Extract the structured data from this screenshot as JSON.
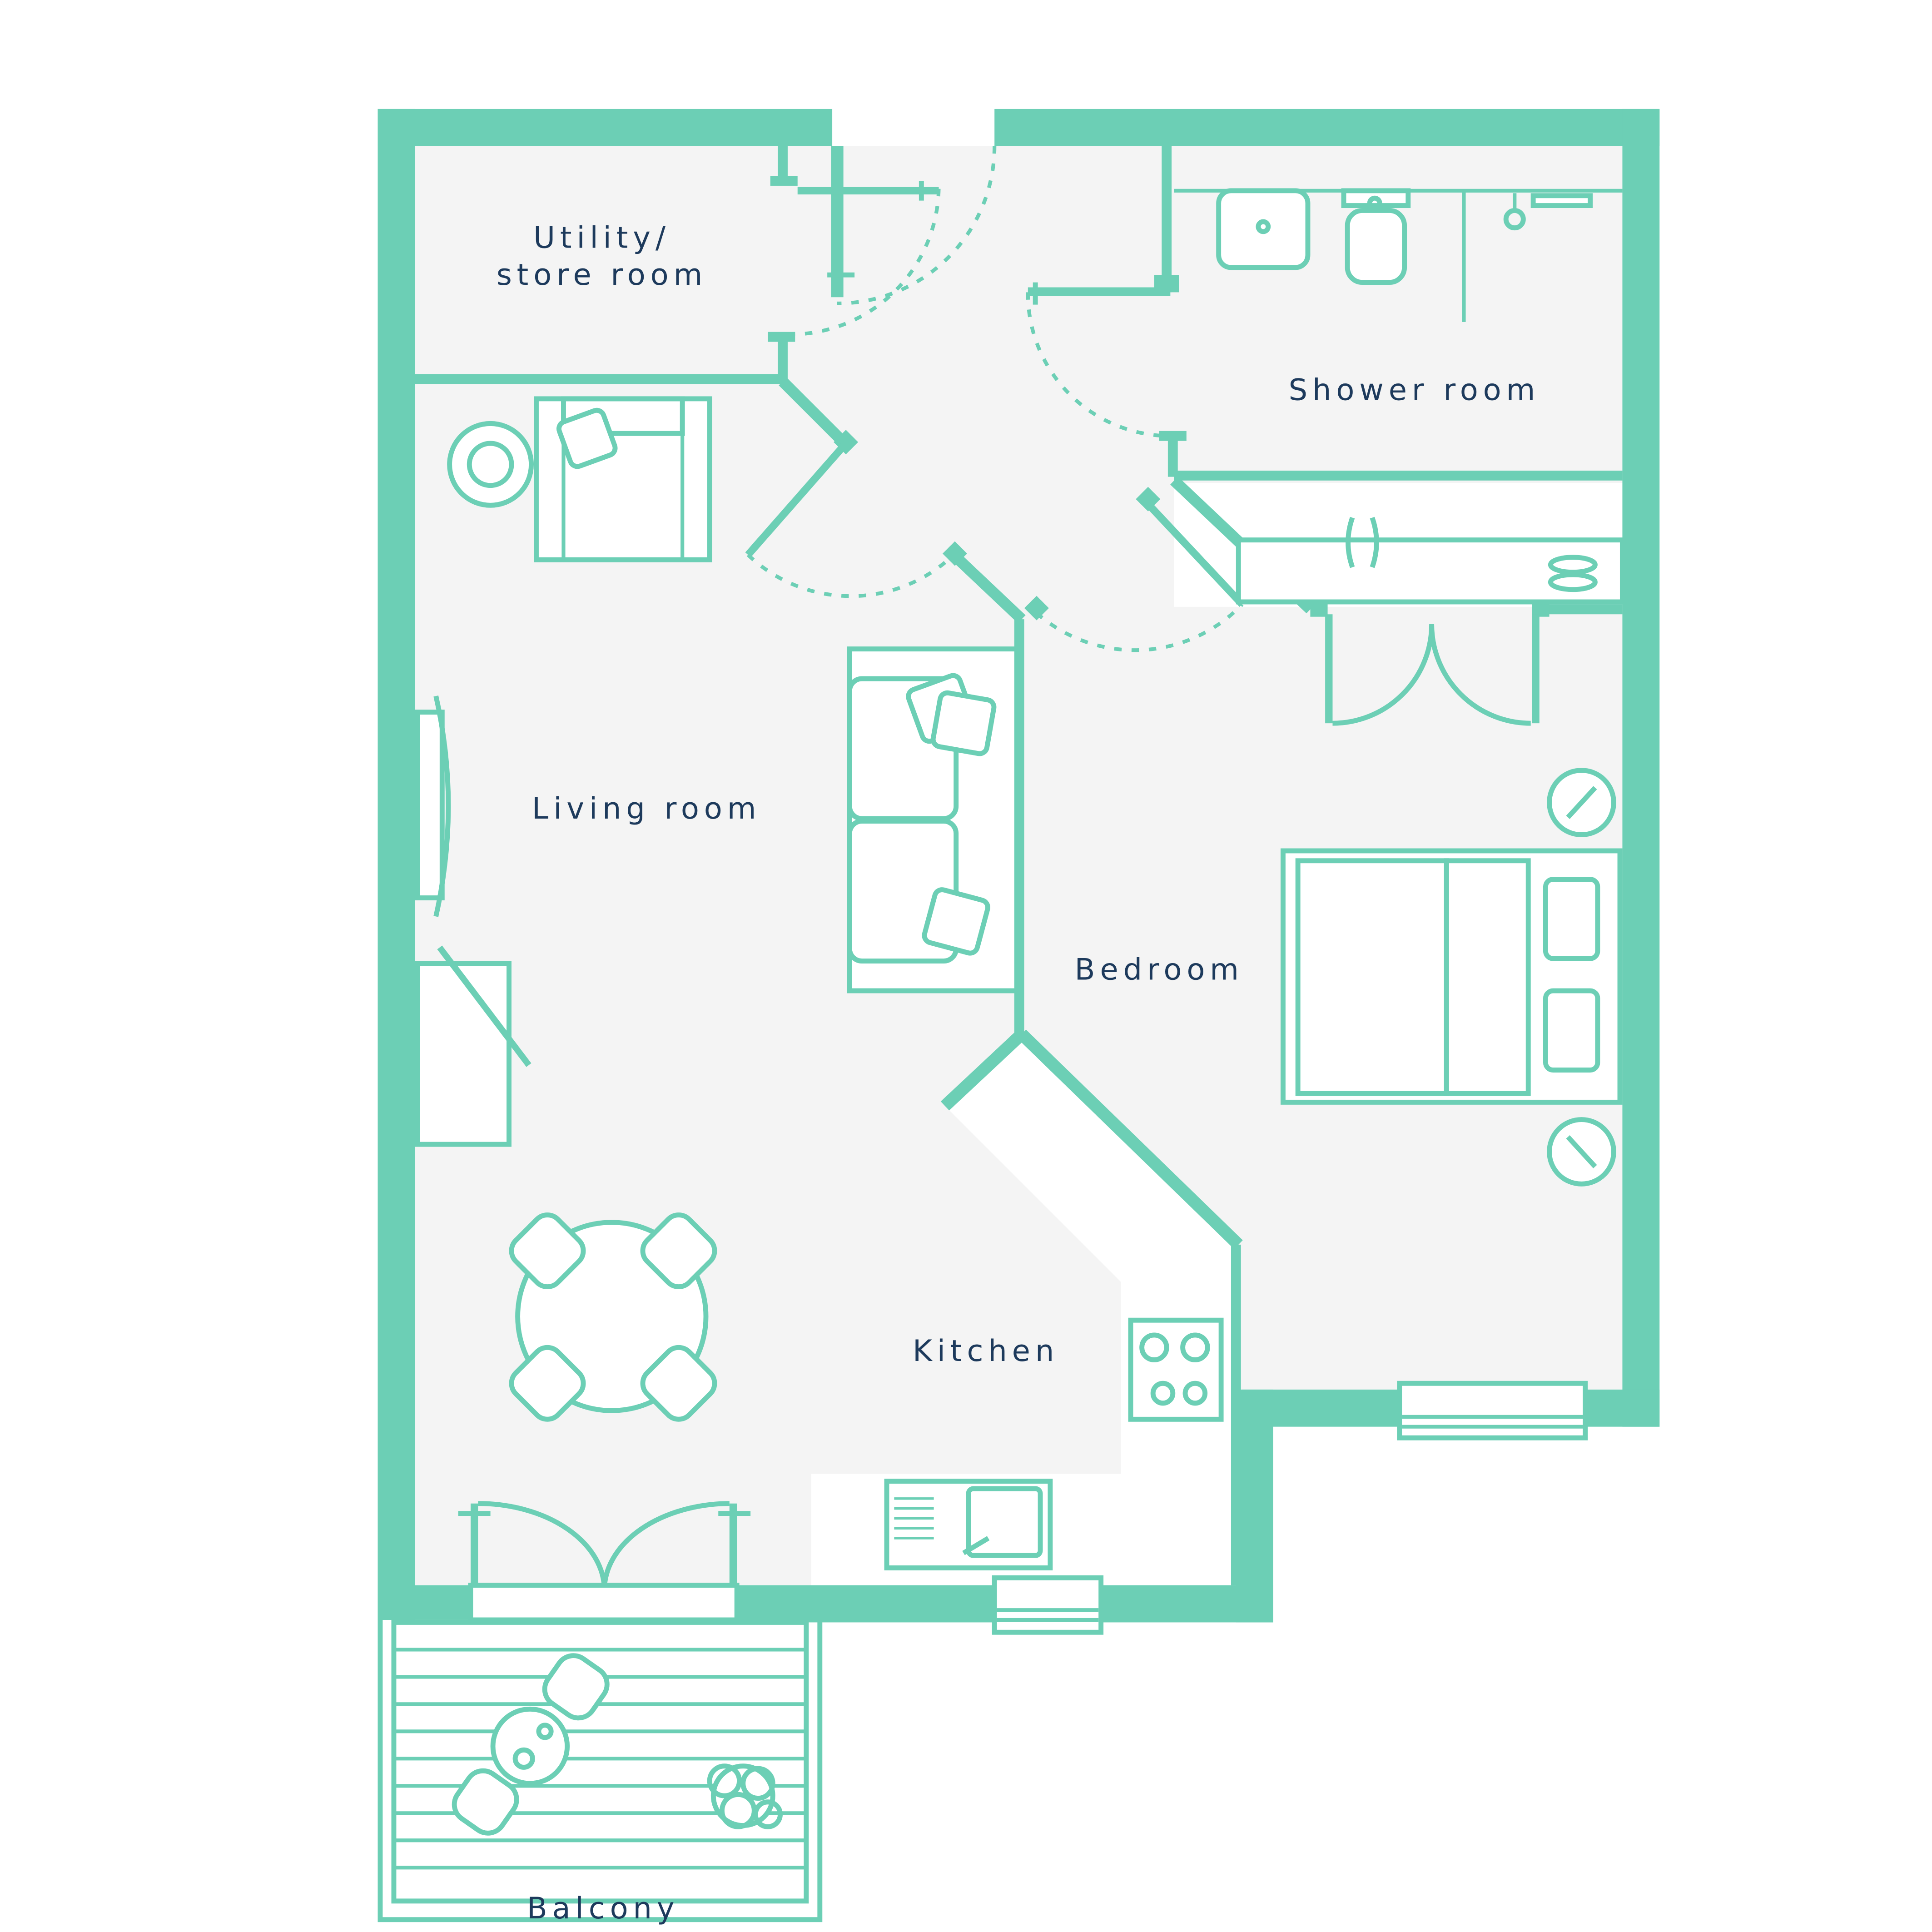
{
  "colors": {
    "wall": "#6ccfb5",
    "line": "#6ccfb5",
    "label": "#1d3a5c",
    "floor": "#f4f4f4"
  },
  "rooms": {
    "utility": {
      "line1": "Utility/",
      "line2": "store room"
    },
    "shower": "Shower room",
    "living": "Living room",
    "bedroom": "Bedroom",
    "kitchen": "Kitchen",
    "balcony": "Balcony"
  }
}
